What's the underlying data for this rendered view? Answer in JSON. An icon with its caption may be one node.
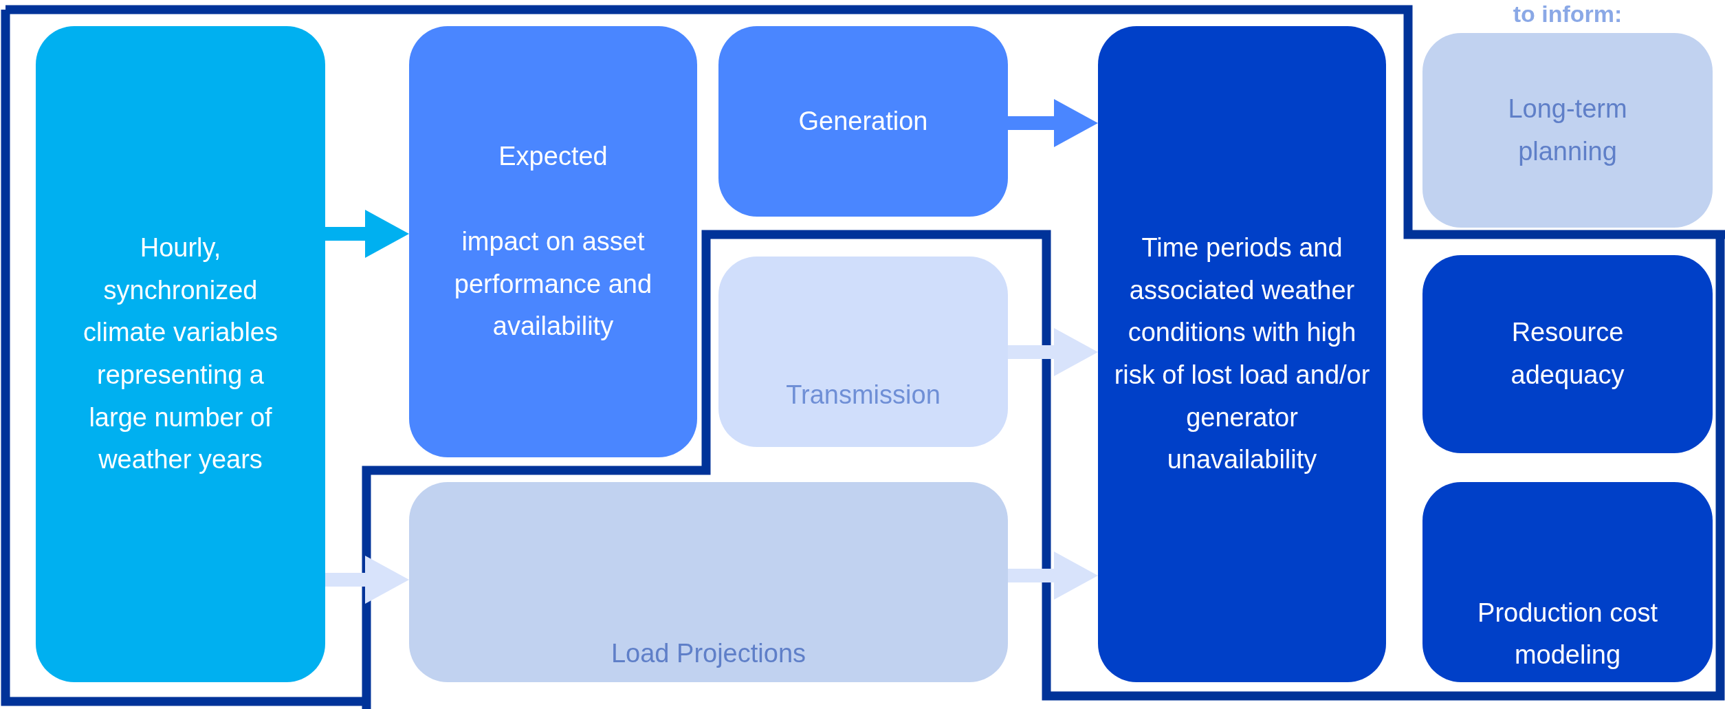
{
  "diagram": {
    "nodes": [
      {
        "text": [
          "Hourly, synchronized climate variables representing a large number of weather years"
        ]
      },
      {
        "text": [
          "Expected",
          "impact on asset performance and availability"
        ]
      },
      {
        "text": [
          "Generation"
        ]
      },
      {
        "text": [
          "Transmission"
        ]
      },
      {
        "text": [
          "Load Projections"
        ]
      },
      {
        "text": [
          "Time periods and associated weather conditions with high risk of lost load and/or generator unavailability"
        ]
      },
      {
        "text": [
          "Long-term planning"
        ]
      },
      {
        "text": [
          "Resource adequacy"
        ]
      },
      {
        "text": [
          "Production cost modeling"
        ]
      }
    ],
    "edges": [
      {
        "from": 0,
        "to": 1,
        "arrow": "to",
        "color": "#00b0f0"
      },
      {
        "from": 0,
        "to": 4,
        "arrow": "to",
        "color": "#d8e3fb"
      },
      {
        "from": 2,
        "to": 5,
        "arrow": "to",
        "color": "#4a86ff"
      },
      {
        "from": 3,
        "to": 5,
        "arrow": "to",
        "color": "#d8e3fb"
      },
      {
        "from": 4,
        "to": 5,
        "arrow": "to",
        "color": "#d8e3fb"
      }
    ],
    "labels": [
      "to inform:"
    ]
  }
}
